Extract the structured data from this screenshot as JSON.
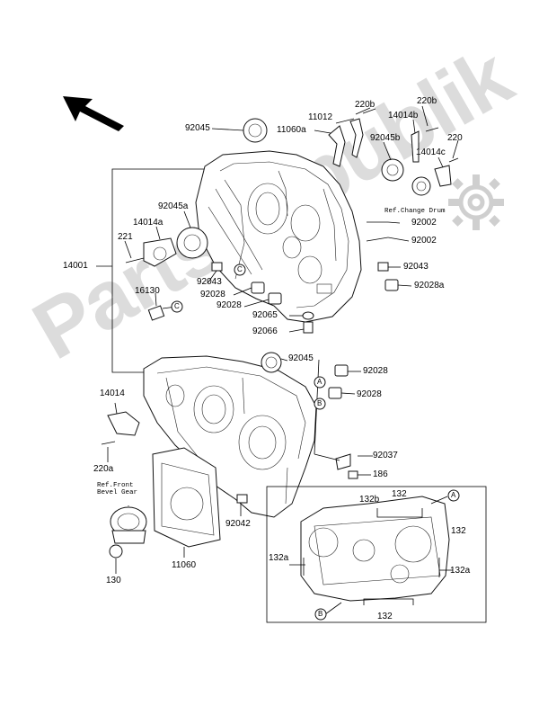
{
  "watermark": "PartsRepublik",
  "callouts": {
    "A": "A",
    "B": "B",
    "C": "C"
  },
  "refs": {
    "change_drum": "Ref.Change Drum",
    "front_bevel_gear": "Ref.Front\nBevel Gear"
  },
  "parts": [
    {
      "id": "p92045_top",
      "text": "92045"
    },
    {
      "id": "p220b_a",
      "text": "220b"
    },
    {
      "id": "p220b_b",
      "text": "220b"
    },
    {
      "id": "p11012",
      "text": "11012"
    },
    {
      "id": "p11060a",
      "text": "11060a"
    },
    {
      "id": "p14014b",
      "text": "14014b"
    },
    {
      "id": "p92045b",
      "text": "92045b"
    },
    {
      "id": "p220",
      "text": "220"
    },
    {
      "id": "p14014c",
      "text": "14014c"
    },
    {
      "id": "p92045a",
      "text": "92045a"
    },
    {
      "id": "p14014a",
      "text": "14014a"
    },
    {
      "id": "p221",
      "text": "221"
    },
    {
      "id": "p14001",
      "text": "14001"
    },
    {
      "id": "p92043_l",
      "text": "92043"
    },
    {
      "id": "p92028_l",
      "text": "92028"
    },
    {
      "id": "p16130",
      "text": "16130"
    },
    {
      "id": "p92028_m",
      "text": "92028"
    },
    {
      "id": "p92002_a",
      "text": "92002"
    },
    {
      "id": "p92002_b",
      "text": "92002"
    },
    {
      "id": "p92043_r",
      "text": "92043"
    },
    {
      "id": "p92028a",
      "text": "92028a"
    },
    {
      "id": "p92065",
      "text": "92065"
    },
    {
      "id": "p92066",
      "text": "92066"
    },
    {
      "id": "p92045_mid",
      "text": "92045"
    },
    {
      "id": "p92028_A",
      "text": "92028"
    },
    {
      "id": "p92028_B",
      "text": "92028"
    },
    {
      "id": "p14014",
      "text": "14014"
    },
    {
      "id": "p92037",
      "text": "92037"
    },
    {
      "id": "p186",
      "text": "186"
    },
    {
      "id": "p220a",
      "text": "220a"
    },
    {
      "id": "p132b",
      "text": "132b"
    },
    {
      "id": "p132_t",
      "text": "132"
    },
    {
      "id": "p132_r",
      "text": "132"
    },
    {
      "id": "p132a_l",
      "text": "132a"
    },
    {
      "id": "p132a_r",
      "text": "132a"
    },
    {
      "id": "p132_b",
      "text": "132"
    },
    {
      "id": "p92042",
      "text": "92042"
    },
    {
      "id": "p11060",
      "text": "11060"
    },
    {
      "id": "p130",
      "text": "130"
    }
  ],
  "colors": {
    "line": "#000000",
    "watermark": "#dcdcdc",
    "background": "#ffffff"
  }
}
